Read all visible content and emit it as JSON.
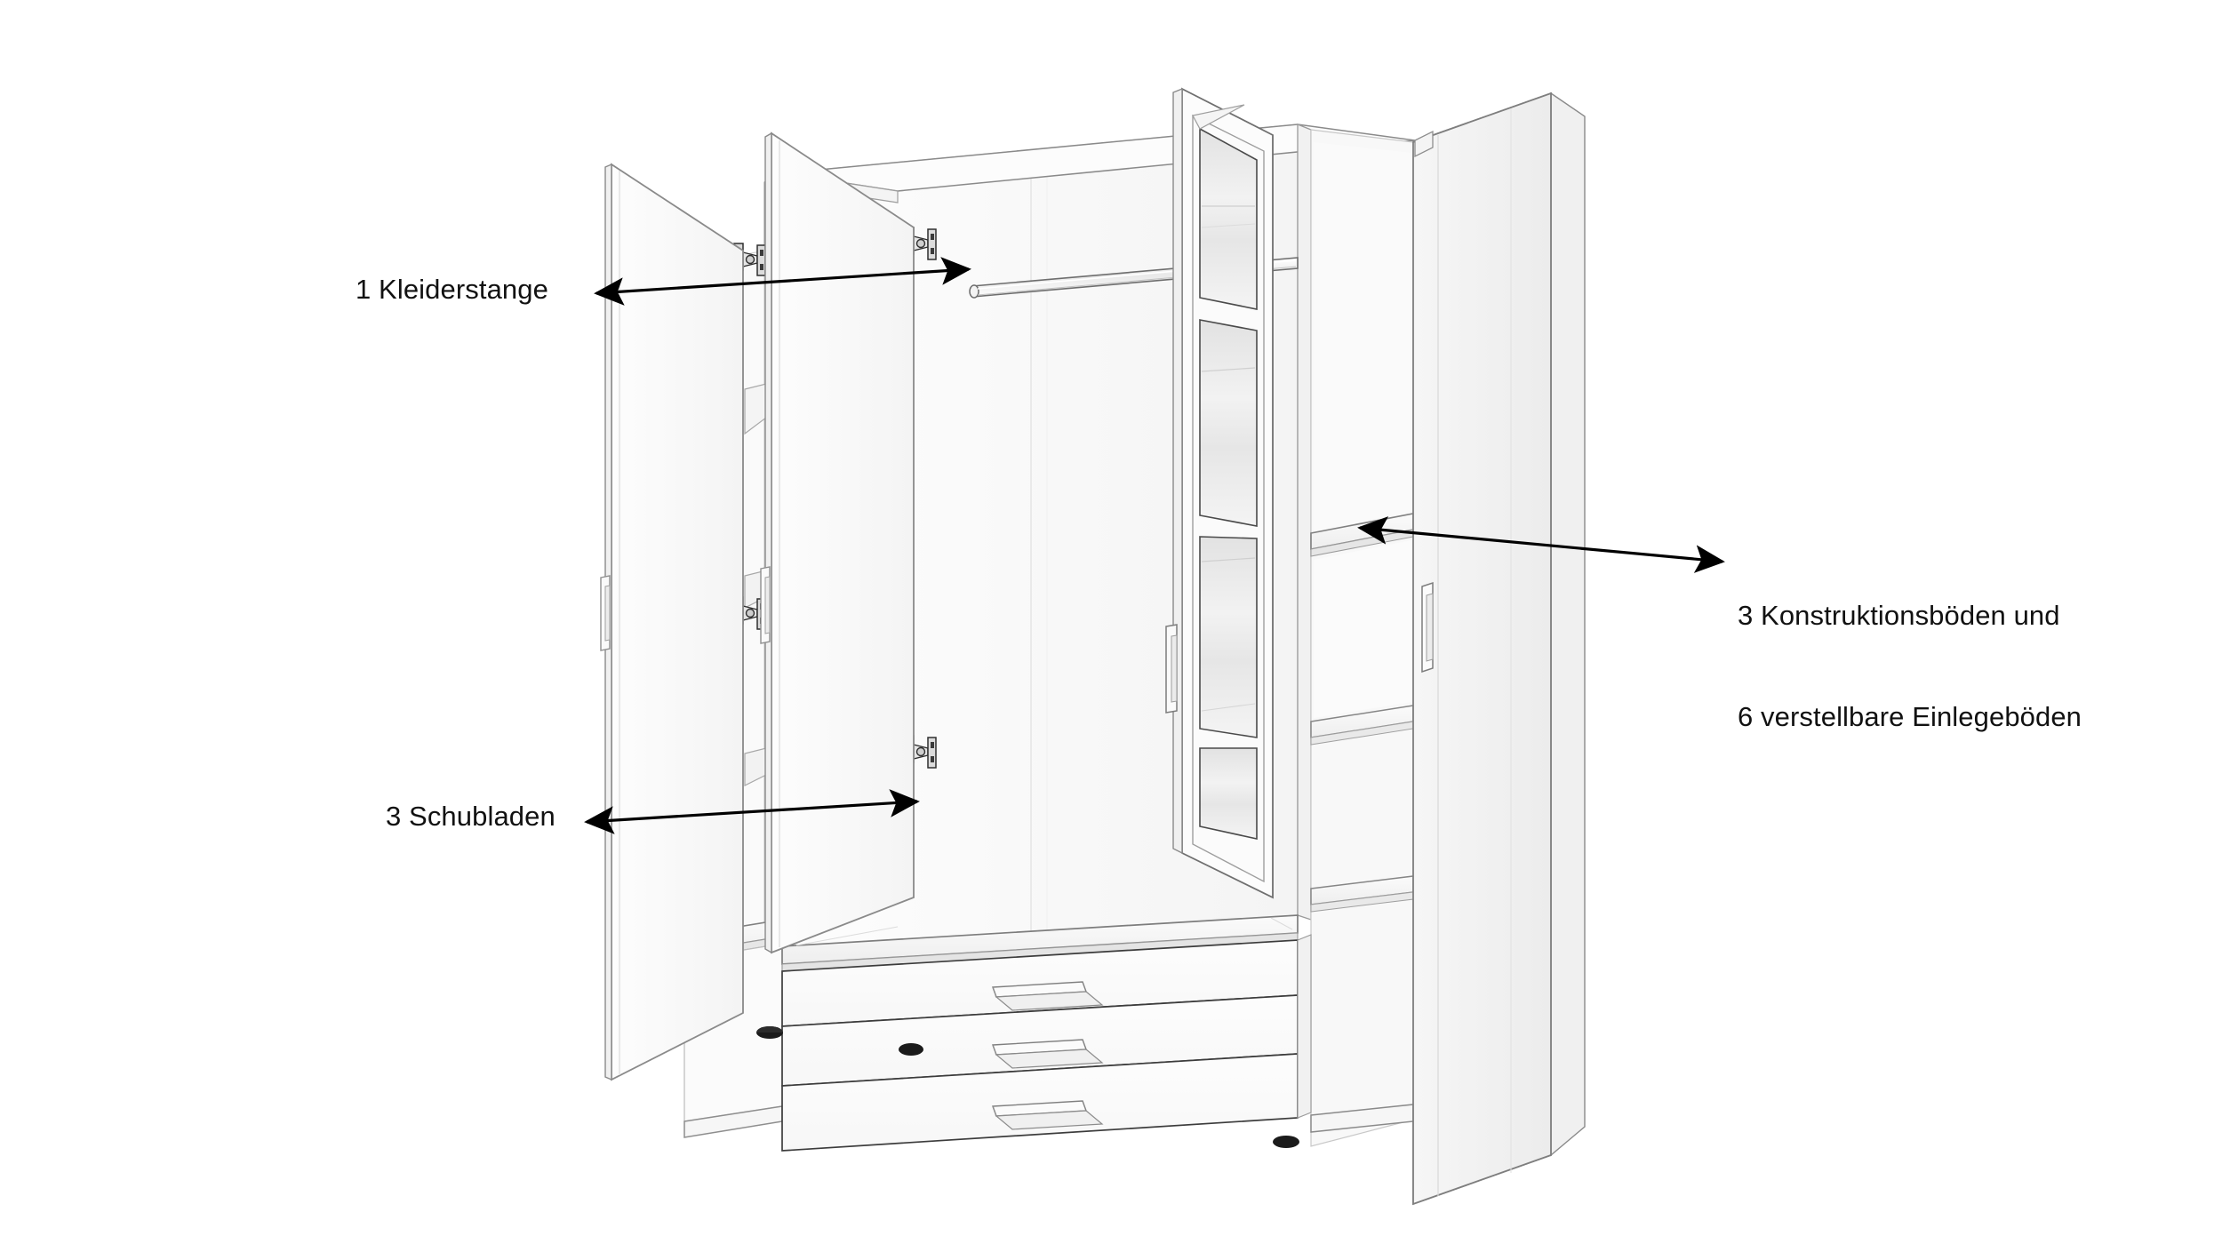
{
  "illustration": {
    "subject": "Kleiderschrank",
    "view": "Perspektivische Explosionsansicht mit geöffneten Türen",
    "line_color": "#8a8a8a",
    "panel_fill": "#fbfbfb",
    "panel_shade": "#f2f2f2",
    "panel_shade_dark": "#e8e8e8",
    "mirror_fill": "#efefef",
    "text_color": "#111111",
    "arrow_color": "#000000",
    "background": "#ffffff"
  },
  "callouts": [
    {
      "id": "rail",
      "text": "1 Kleiderstange",
      "quantity": "1",
      "part": "Kleiderstange",
      "align": "left"
    },
    {
      "id": "drawers",
      "text": "3 Schubladen",
      "quantity": "3",
      "part": "Schubladen",
      "align": "left"
    },
    {
      "id": "shelves",
      "line1": "3 Konstruktionsböden und",
      "line2": "6 verstellbare Einlegeböden",
      "quantity_fixed": "3",
      "part_fixed": "Konstruktionsböden",
      "quantity_adjustable": "6",
      "part_adjustable": "verstellbare Einlegeböden",
      "align": "left"
    }
  ],
  "components": {
    "doors_open_left_count": "2",
    "door_mirror_count": "1",
    "door_closed_right_count": "1",
    "hinges_visible": "4",
    "handles_visible": "4",
    "feet_visible": "3",
    "mirror_panes": "4",
    "drawer_handles": "3"
  }
}
